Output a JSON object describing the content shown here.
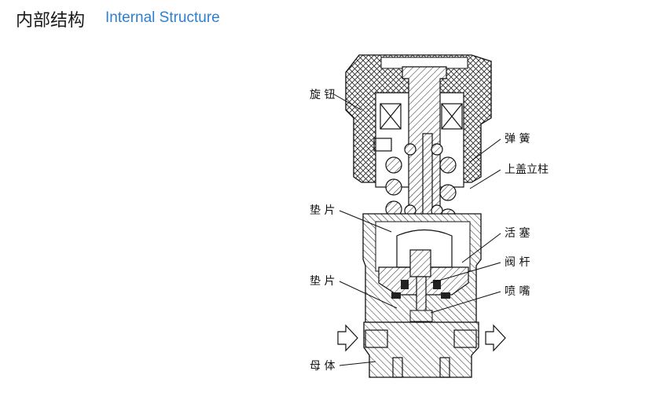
{
  "header": {
    "title_zh": "内部结构",
    "title_en": "Internal Structure"
  },
  "labels": {
    "knob": "旋 钮",
    "spring": "弹 簧",
    "upper_column": "上盖立柱",
    "gasket_upper": "垫 片",
    "piston": "活 塞",
    "valve_stem": "阀 杆",
    "gasket_lower": "垫 片",
    "nozzle": "喷 嘴",
    "body": "母 体"
  }
}
